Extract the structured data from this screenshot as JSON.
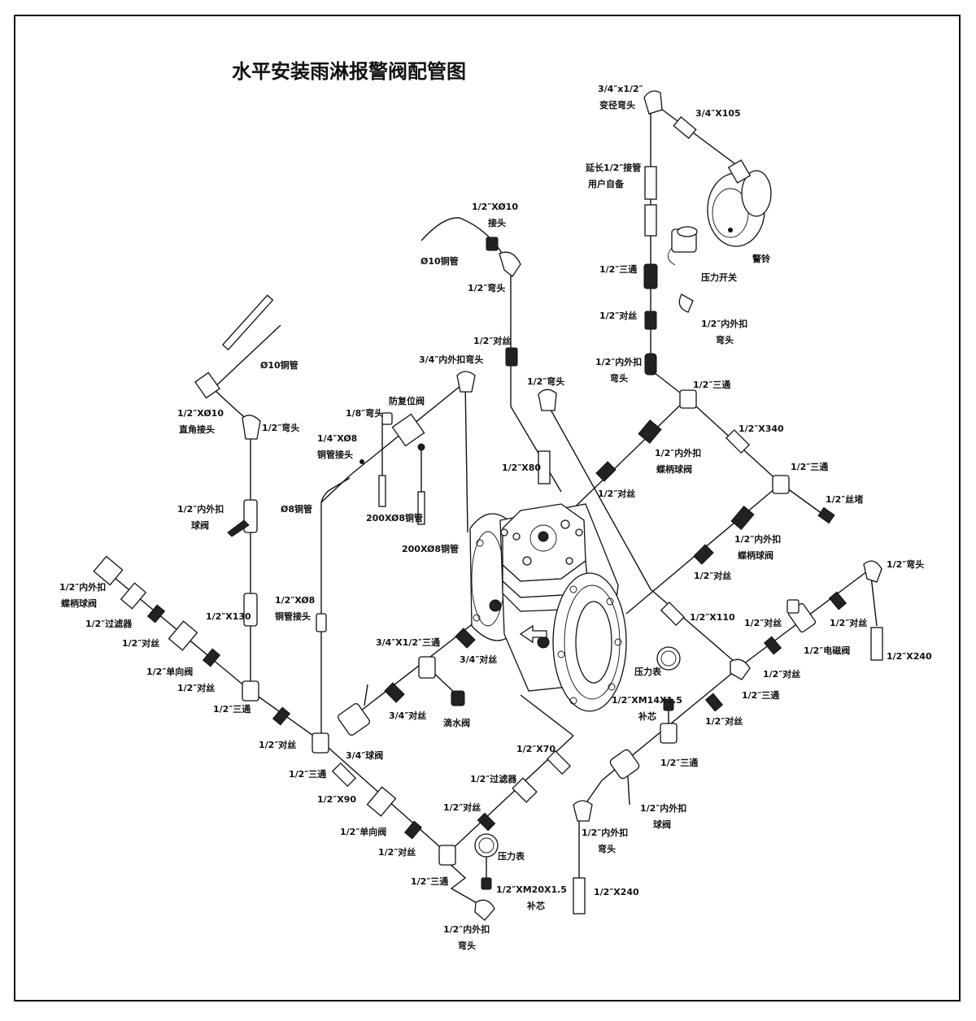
{
  "title": "水平安装雨淋报警阀配管图",
  "labels": {
    "reducer_elbow_l1": "3/4″x1/2″",
    "reducer_elbow_l2": "变径弯头",
    "nipple_34x105": "3/4″X105",
    "ext_l1": "延长1/2″接管",
    "ext_l2": "用户自备",
    "alarm_bell": "警铃",
    "pressure_switch": "压力开关",
    "tee_top": "1/2″三通",
    "nipple_top": "1/2″对丝",
    "elbow_if_r1": "1/2″内外扣",
    "elbow_if_r2": "弯头",
    "elbow_if_l1": "1/2″内外扣",
    "elbow_if_l2": "弯头",
    "tee_upper_right": "1/2″三通",
    "nipple_x340": "1/2″X340",
    "bfv_upper_l1": "1/2″内外扣",
    "bfv_upper_l2": "蝶柄球阀",
    "tee_right": "1/2″三通",
    "plug": "1/2″丝堵",
    "bfv_mid_l1": "1/2″内外扣",
    "bfv_mid_l2": "蝶柄球阀",
    "nipple_mid_r": "1/2″对丝",
    "nipple_x80": "1/2″X80",
    "nipple_valve": "1/2″对丝",
    "elbow_valve": "1/2″弯头",
    "conn_10_l1": "1/2″XØ10",
    "conn_10_l2": "接头",
    "copper_10_top": "Ø10铜管",
    "elbow_copper": "1/2″弯头",
    "nipple_copper": "1/2″对丝",
    "elbow_if_34": "3/4″内外扣弯头",
    "elbow_18": "1/8″弯头",
    "reset_valve": "防复位阀",
    "conn_14_l1": "1/4″XØ8",
    "conn_14_l2": "铜管接头",
    "copper_8": "Ø8铜管",
    "tube_200_a": "200XØ8铜管",
    "tube_200_b": "200XØ8铜管",
    "copper_10_left": "Ø10铜管",
    "angle_conn_l1": "1/2″XØ10",
    "angle_conn_l2": "直角接头",
    "elbow_left": "1/2″弯头",
    "ball_l1": "1/2″内外扣",
    "ball_l2": "球阀",
    "bfv_left_l1": "1/2″内外扣",
    "bfv_left_l2": "蝶柄球阀",
    "filter_left": "1/2″过滤器",
    "nipple_left1": "1/2″对丝",
    "check_left": "1/2″单向阀",
    "nipple_left2": "1/2″对丝",
    "nipple_x130": "1/2″X130",
    "tee_left": "1/2″三通",
    "conn_8_l1": "1/2″XØ8",
    "conn_8_l2": "铜管接头",
    "nipple_left3": "1/2″对丝",
    "tee_left2": "1/2″三通",
    "nipple_x90": "1/2″X90",
    "check_lower": "1/2″单向阀",
    "nipple_lower": "1/2″对丝",
    "tee_lower": "1/2″三通",
    "elbow_bottom_l1": "1/2″内外扣",
    "elbow_bottom_l2": "弯头",
    "gauge_lower": "压力表",
    "plug_m20_l1": "1/2″XM20X1.5",
    "plug_m20_l2": "补芯",
    "nipple_bottom": "1/2″对丝",
    "filter_lower": "1/2″过滤器",
    "nipple_x70": "1/2″X70",
    "tee_34": "3/4″X1/2″三通",
    "nipple_34a": "3/4″对丝",
    "nipple_34b": "3/4″对丝",
    "ball_34": "3/4″球阀",
    "drip_valve": "滴水阀",
    "nipple_x110": "1/2″X110",
    "gauge_right": "压力表",
    "plug_m14_l1": "1/2″XM14X1.5",
    "plug_m14_l2": "补芯",
    "tee_right2": "1/2″三通",
    "nipple_r1": "1/2″对丝",
    "nipple_r2": "1/2″对丝",
    "solenoid": "1/2″电磁阀",
    "nipple_r3": "1/2″对丝",
    "elbow_far_right": "1/2″弯头",
    "nipple_x240_r": "1/2″X240",
    "tee_lower_r": "1/2″三通",
    "nipple_lower_r": "1/2″对丝",
    "ball_lower_l1": "1/2″内外扣",
    "ball_lower_l2": "球阀",
    "elbow_lower_l1": "1/2″内外扣",
    "elbow_lower_l2": "弯头",
    "nipple_x240_b": "1/2″X240"
  }
}
